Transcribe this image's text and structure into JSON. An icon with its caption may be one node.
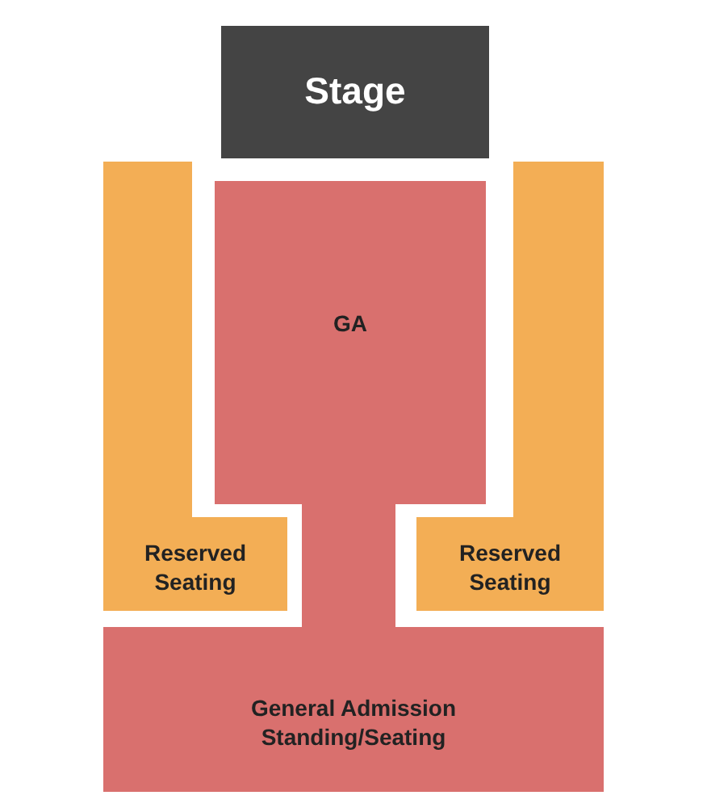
{
  "diagram": {
    "nodes": [
      {
        "text": [
          "Stage"
        ]
      },
      {
        "text": [
          "GA"
        ]
      },
      {
        "text": [
          "Reserved Seating"
        ]
      },
      {
        "text": [
          "Reserved Seating"
        ]
      },
      {
        "text": [
          "General Admission Standing/Seating"
        ]
      }
    ]
  }
}
